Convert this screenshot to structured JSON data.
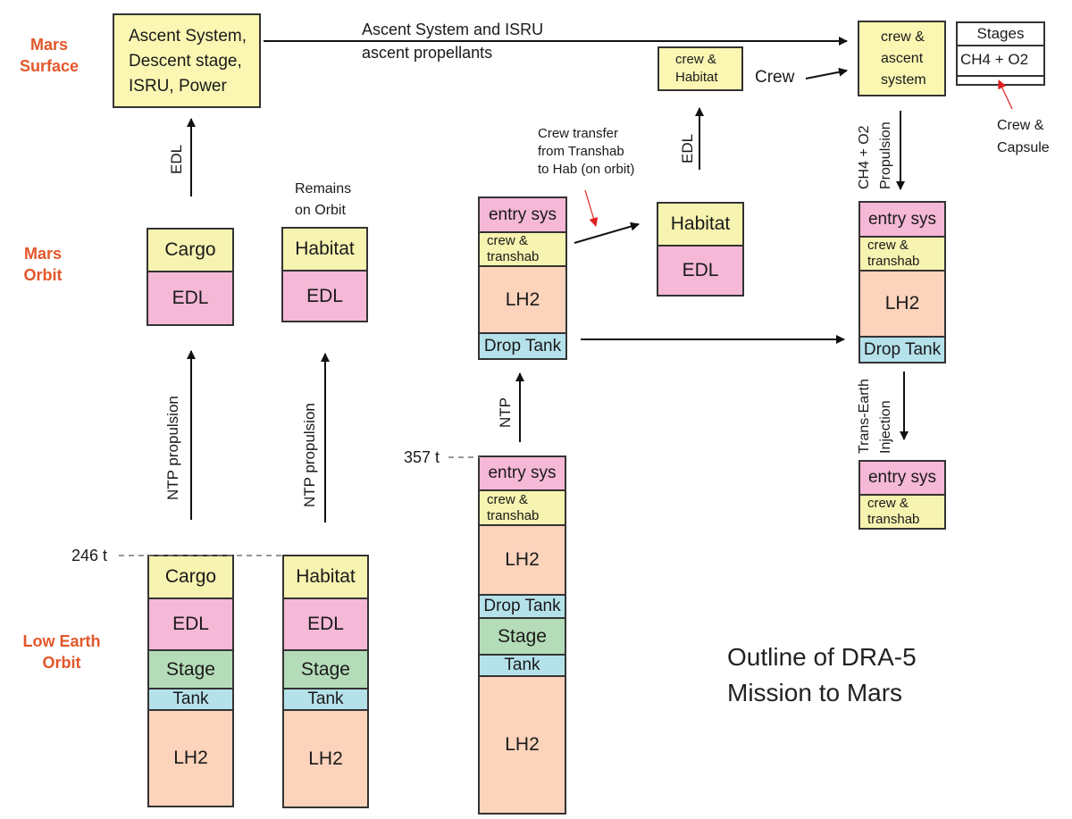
{
  "title": {
    "line1": "Outline of DRA-5",
    "line2": "Mission to Mars"
  },
  "colors": {
    "region_label": "#e2572a",
    "payload_yellow": "#f7f3b0",
    "edl_pink": "#f5b8d6",
    "stage_green": "#b4dcb8",
    "tank_cyan": "#b5e1ea",
    "lh2_peach": "#fcd3bb",
    "callout_arrow_red": "#e02020"
  },
  "regions": {
    "mars_surface": [
      "Mars",
      "Surface"
    ],
    "mars_orbit": [
      "Mars",
      "Orbit"
    ],
    "low_earth_orbit": [
      "Low Earth",
      "Orbit"
    ]
  },
  "mars_surface": {
    "cargo_lander": [
      "Ascent System,",
      "Descent stage,",
      "ISRU, Power"
    ],
    "propellant_label": [
      "Ascent System and ISRU",
      "ascent propellants"
    ],
    "crew_habitat": [
      "crew &",
      "Habitat"
    ],
    "crew_label": "Crew",
    "crew_ascent": [
      "crew &",
      "ascent",
      "system"
    ],
    "stages_table": {
      "header": "Stages",
      "row1": "CH4 + O2",
      "row2": ""
    },
    "crew_capsule_note": [
      "Crew &",
      "Capsule"
    ]
  },
  "mars_orbit": {
    "cargo_vehicle": {
      "top": "Cargo",
      "bottom": "EDL"
    },
    "habitat_vehicle": {
      "top": "Habitat",
      "bottom": "EDL"
    },
    "remains_note": [
      "Remains",
      "on Orbit"
    ],
    "crew_vehicle": [
      "entry sys",
      "crew & transhab",
      "LH2",
      "Drop Tank"
    ],
    "crew_transfer_note": [
      "Crew transfer",
      "from Transhab",
      "to Hab (on orbit)"
    ],
    "habitat_descend": {
      "top": "Habitat",
      "bottom": "EDL"
    },
    "return_vehicle": [
      "entry sys",
      "crew & transhab",
      "LH2",
      "Drop Tank"
    ]
  },
  "leo": {
    "cargo_stack": [
      "Cargo",
      "EDL",
      "Stage",
      "Tank",
      "LH2"
    ],
    "habitat_stack": [
      "Habitat",
      "EDL",
      "Stage",
      "Tank",
      "LH2"
    ],
    "crew_stack": [
      "entry sys",
      "crew & transhab",
      "LH2",
      "Drop Tank",
      "Stage",
      "Tank",
      "LH2"
    ],
    "mass_246": "246 t",
    "mass_357": "357 t"
  },
  "earth_return": {
    "capsule_stack": [
      "entry sys",
      "crew & transhab"
    ]
  },
  "arrows": {
    "edl_cargo": "EDL",
    "edl_crew": "EDL",
    "ntp_cargo": "NTP propulsion",
    "ntp_habitat": "NTP propulsion",
    "ntp_crew": "NTP",
    "ch4_prop": [
      "CH4 + O2",
      "Propulsion"
    ],
    "tei": [
      "Trans-Earth",
      "Injection"
    ]
  }
}
